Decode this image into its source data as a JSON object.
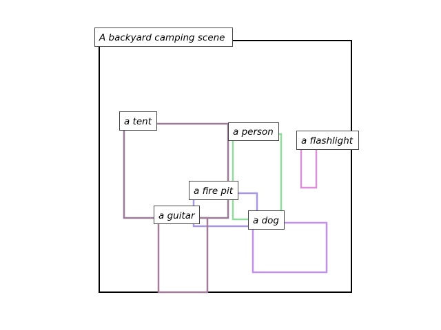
{
  "scene": {
    "title": "A backyard camping scene",
    "frame_color": "#000000"
  },
  "objects": [
    {
      "label": "a tent",
      "color": "#9a7a96"
    },
    {
      "label": "a person",
      "color": "#90dc9c"
    },
    {
      "label": "a flashlight",
      "color": "#d890d8"
    },
    {
      "label": "a fire pit",
      "color": "#a898e0"
    },
    {
      "label": "a guitar",
      "color": "#a27c98"
    },
    {
      "label": "a dog",
      "color": "#c090ec"
    }
  ]
}
